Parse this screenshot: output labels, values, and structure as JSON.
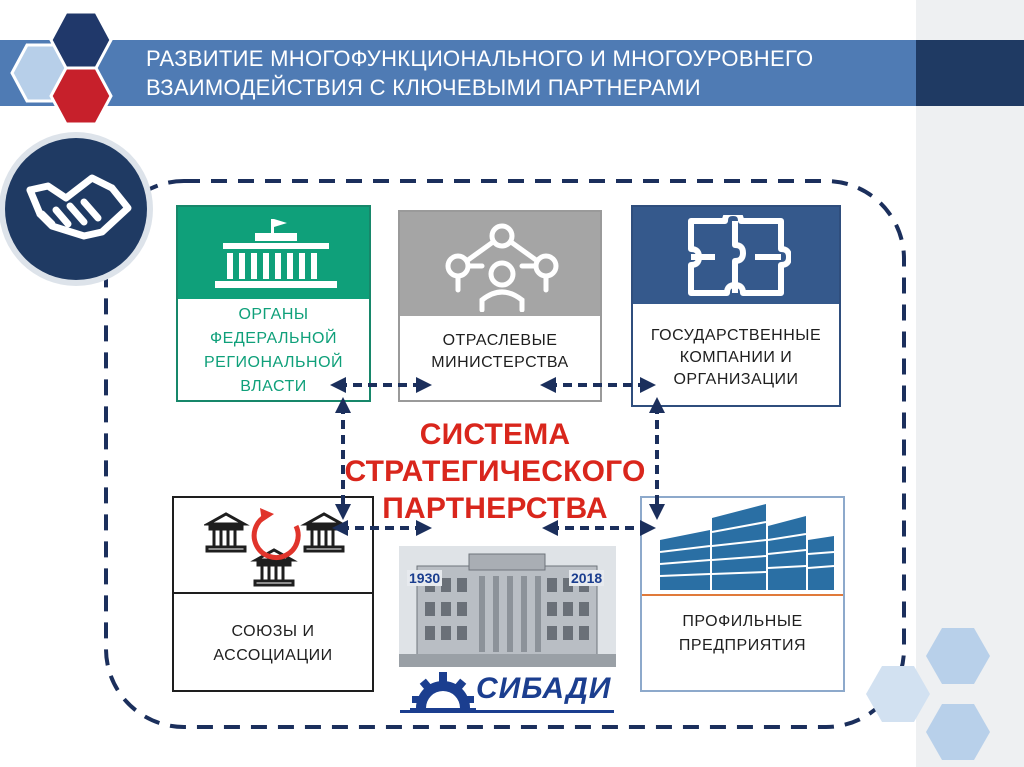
{
  "header": {
    "title_line1": "РАЗВИТИЕ МНОГОФУНКЦИОНАЛЬНОГО  И МНОГОУРОВНЕГО",
    "title_line2": "ВЗАИМОДЕЙСТВИЯ С КЛЮЧЕВЫМИ ПАРТНЕРАМИ"
  },
  "nodes": {
    "federal": [
      "ОРГАНЫ",
      "ФЕДЕРАЛЬНОЙ",
      "РЕГИОНАЛЬНОЙ",
      "ВЛАСТИ"
    ],
    "ministries": [
      "ОТРАСЛЕВЫЕ",
      "МИНИСТЕРСТВА"
    ],
    "state_companies": [
      "ГОСУДАРСТВЕННЫЕ",
      "КОМПАНИИ И",
      "ОРГАНИЗАЦИИ"
    ],
    "unions": [
      "СОЮЗЫ И",
      "АССОЦИАЦИИ"
    ],
    "enterprises": [
      "ПРОФИЛЬНЫЕ",
      "ПРЕДПРИЯТИЯ"
    ]
  },
  "center": [
    "СИСТЕМА",
    "СТРАТЕГИЧЕСКОГО",
    "ПАРТНЕРСТВА"
  ],
  "photo": {
    "year_left": "1930",
    "year_right": "2018"
  },
  "logo": {
    "text": "СИБАДИ"
  },
  "icons": {
    "header": "hexagon-cluster-icon",
    "partnership": "handshake-icon",
    "federal": "government-building-icon",
    "ministries": "people-network-icon",
    "state_companies": "puzzle-icon",
    "unions": "institutions-cycle-icon",
    "enterprises": "office-buildings-icon",
    "logo": "gear-icon"
  },
  "colors": {
    "header_band": "#4f7bb4",
    "header_dark": "#1f3a63",
    "federal": "#0fa07a",
    "ministries": "#a5a5a5",
    "state_companies": "#35598c",
    "accent_red": "#d9261c",
    "logo_blue": "#1b3e8f",
    "connector": "#1b2f5c"
  }
}
